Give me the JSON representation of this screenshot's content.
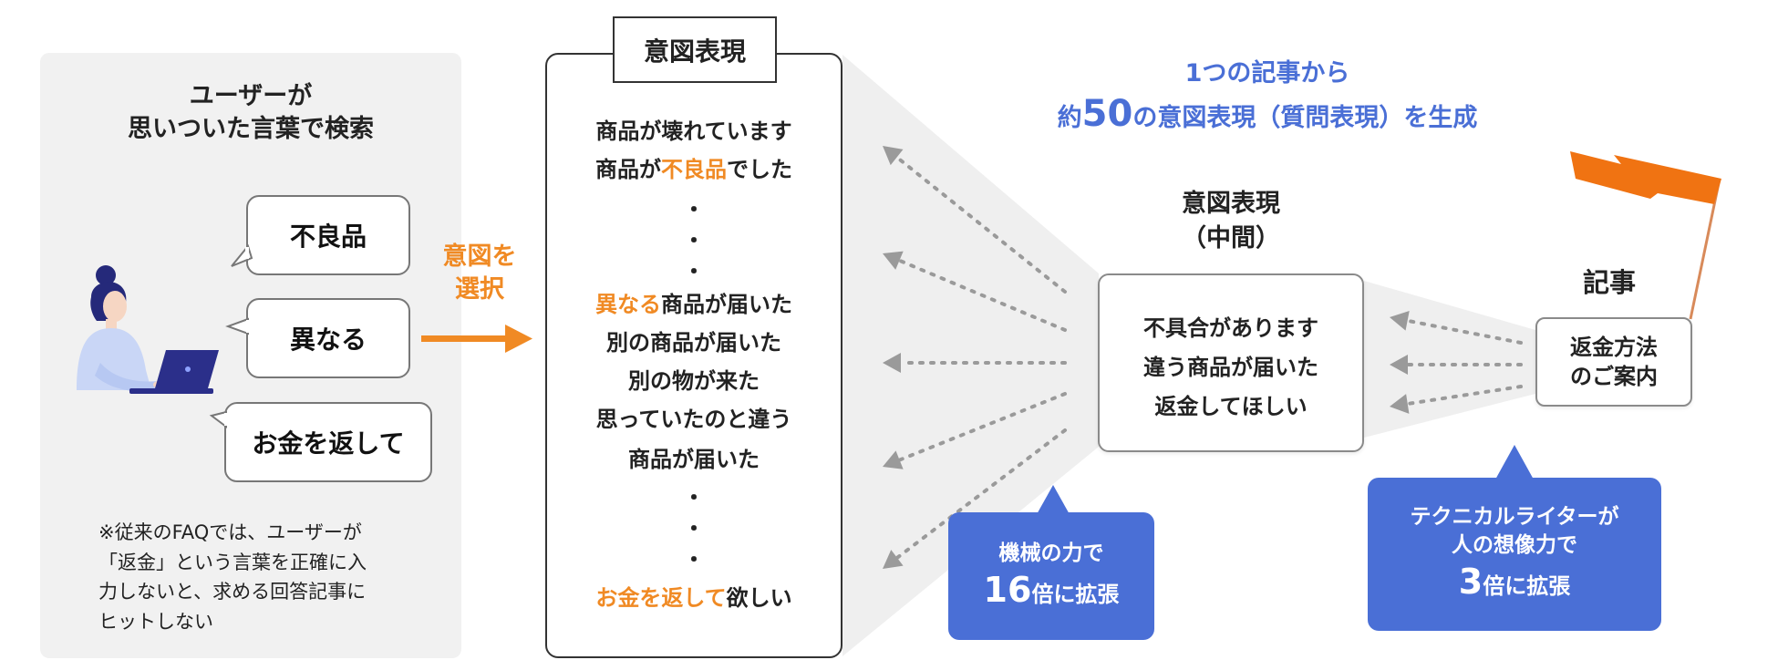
{
  "left_panel": {
    "title_line1": "ユーザーが",
    "title_line2": "思いついた言葉で検索",
    "bubbles": [
      "不良品",
      "異なる",
      "お金を返して"
    ],
    "note_lines": [
      "※従来のFAQでは、ユーザーが",
      "「返金」という言葉を正確に入",
      "力しないと、求める回答記事に",
      "ヒットしない"
    ]
  },
  "select_label": {
    "line1": "意図を",
    "line2": "選択"
  },
  "intent_list": {
    "label": "意図表現",
    "items": [
      {
        "pre": "",
        "hl": "",
        "post": "商品が壊れています"
      },
      {
        "pre": "商品が",
        "hl": "不良品",
        "post": "でした"
      },
      {
        "pre": "",
        "hl": "",
        "post": "・"
      },
      {
        "pre": "",
        "hl": "",
        "post": "・"
      },
      {
        "pre": "",
        "hl": "",
        "post": "・"
      },
      {
        "pre": "",
        "hl": "異なる",
        "post": "商品が届いた"
      },
      {
        "pre": "",
        "hl": "",
        "post": "別の商品が届いた"
      },
      {
        "pre": "",
        "hl": "",
        "post": "別の物が来た"
      },
      {
        "pre": "",
        "hl": "",
        "post": "思っていたのと違う"
      },
      {
        "pre": "",
        "hl": "",
        "post": "商品が届いた"
      },
      {
        "pre": "",
        "hl": "",
        "post": "・"
      },
      {
        "pre": "",
        "hl": "",
        "post": "・"
      },
      {
        "pre": "",
        "hl": "",
        "post": "・"
      },
      {
        "pre": "",
        "hl": "お金を返して",
        "post": "欲しい"
      }
    ]
  },
  "headline": {
    "line1": "1つの記事から",
    "line2_pre": "約",
    "line2_num": "50",
    "line2_post": "の意図表現（質問表現）を生成"
  },
  "middle": {
    "label_line1": "意図表現",
    "label_line2": "（中間）",
    "lines": [
      "不具合があります",
      "違う商品が届いた",
      "返金してほしい"
    ]
  },
  "article": {
    "label": "記事",
    "line1": "返金方法",
    "line2": "のご案内"
  },
  "callout_machine": {
    "line1": "機械の力で",
    "num": "16",
    "suffix": "倍に拡張"
  },
  "callout_writer": {
    "line1": "テクニカルライターが",
    "line2": "人の想像力で",
    "num": "3",
    "suffix": "倍に拡張"
  },
  "colors": {
    "accent_orange": "#f08a24",
    "accent_blue": "#4a6fd6",
    "flag_orange": "#f07312",
    "arrow_gray": "#9a9a9a",
    "panel_gray": "#f1f1f1"
  },
  "icons": [
    "person-at-laptop-icon",
    "flag-icon",
    "right-arrow-icon"
  ]
}
